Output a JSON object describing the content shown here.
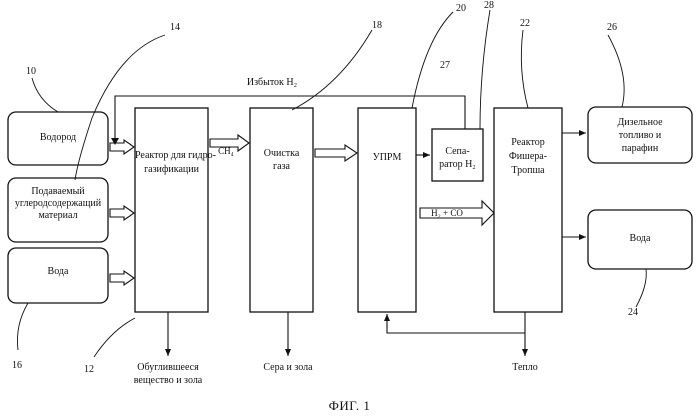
{
  "blocks": {
    "hydrogen": "Водород",
    "feed_line1": "Подаваемый",
    "feed_line2": "углеродсодержащий",
    "feed_line3": "материал",
    "water_in": "Вода",
    "reactor_line1": "Реактор для гидро-",
    "reactor_line2": "газификации",
    "gas_clean_line1": "Очистка",
    "gas_clean_line2": "газа",
    "uprm": "УПРМ",
    "separator_line1": "Сепа-",
    "separator_line2": "ратор H₂",
    "ft_line1": "Реактор",
    "ft_line2": "Фишера-",
    "ft_line3": "Тропша",
    "diesel_line1": "Дизельное",
    "diesel_line2": "топливо и",
    "diesel_line3": "парафин",
    "water_out": "Вода"
  },
  "flow_labels": {
    "excess_h2": "Избыток H₂",
    "ch4": "CH₄",
    "h2_co": "H₂ + CO",
    "char_line1": "Обуглившееся",
    "char_line2": "вещество и зола",
    "sulfur": "Сера и зола",
    "heat": "Тепло"
  },
  "ref_numbers": {
    "n10": "10",
    "n14": "14",
    "n16": "16",
    "n12": "12",
    "n18": "18",
    "n20": "20",
    "n28": "28",
    "n22": "22",
    "n26": "26",
    "n27": "27",
    "n24": "24"
  },
  "figure_title": "ФИГ. 1"
}
